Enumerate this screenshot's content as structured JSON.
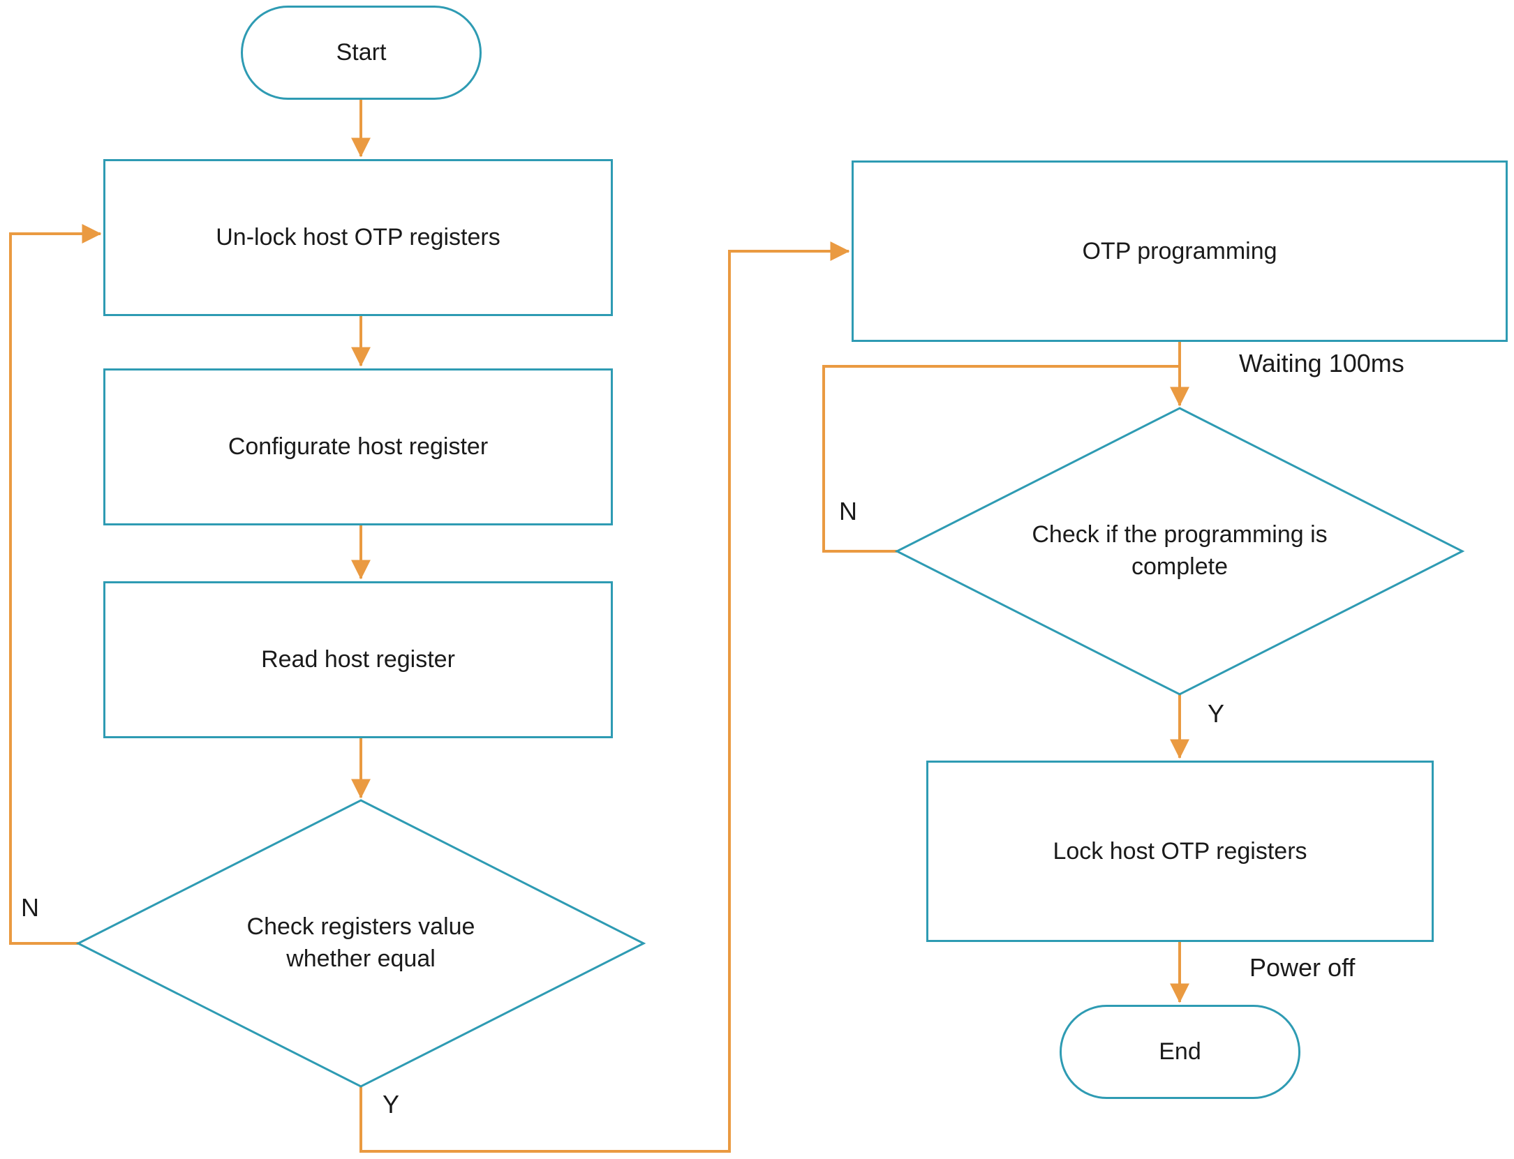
{
  "diagram": {
    "nodes": {
      "start": {
        "label": "Start"
      },
      "unlock": {
        "label": "Un-lock host OTP registers"
      },
      "configurate": {
        "label": "Configurate host register"
      },
      "read": {
        "label": "Read host register"
      },
      "check_equal": {
        "line1": "Check registers value",
        "line2": "whether equal"
      },
      "otp_programming": {
        "label": "OTP programming"
      },
      "check_complete": {
        "line1": "Check if the programming is",
        "line2": "complete"
      },
      "lock": {
        "label": "Lock host OTP registers"
      },
      "end": {
        "label": "End"
      }
    },
    "edge_labels": {
      "equal_no": "N",
      "equal_yes": "Y",
      "complete_no": "N",
      "complete_yes": "Y",
      "waiting": "Waiting 100ms",
      "power_off": "Power off"
    },
    "colors": {
      "node_border": "#2E9BB3",
      "arrow": "#EA9A41",
      "text": "#1A1A1A",
      "background": "#FFFFFF"
    }
  }
}
